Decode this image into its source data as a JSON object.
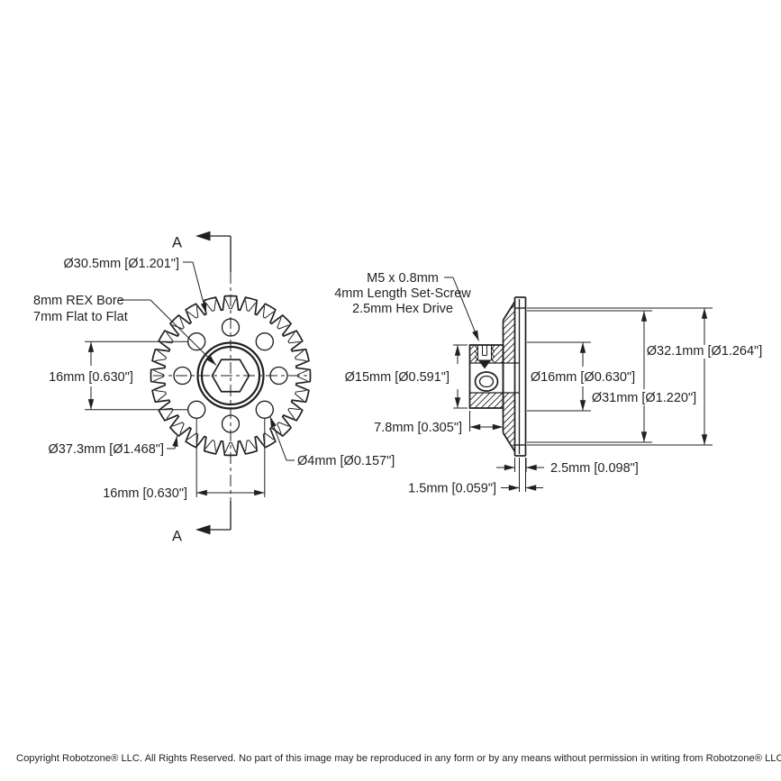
{
  "front_view": {
    "section_arrow_label_top": "A",
    "section_arrow_label_bottom": "A",
    "root_diameter_label": "Ø30.5mm [Ø1.201\"]",
    "bore_label_line1": "8mm REX Bore",
    "bore_label_line2": "7mm Flat to Flat",
    "hole_spacing_vertical_label": "16mm [0.630\"]",
    "outer_diameter_label": "Ø37.3mm [Ø1.468\"]",
    "hole_spacing_horizontal_label": "16mm [0.630\"]",
    "hole_diameter_label": "Ø4mm [Ø0.157\"]"
  },
  "section_view": {
    "set_screw_label_line1": "M5 x 0.8mm",
    "set_screw_label_line2": "4mm Length Set-Screw",
    "set_screw_label_line3": "2.5mm Hex Drive",
    "hub_diameter_label": "Ø15mm [Ø0.591\"]",
    "bore_boss_diameter_label": "Ø16mm [Ø0.630\"]",
    "outer_diameter_label": "Ø32.1mm [Ø1.264\"]",
    "inner_flange_diameter_label": "Ø31mm [Ø1.220\"]",
    "hub_length_label": "7.8mm [0.305\"]",
    "gear_width_label": "2.5mm [0.098\"]",
    "plate_thickness_label": "1.5mm [0.059\"]"
  },
  "footer": {
    "copyright": "Copyright Robotzone® LLC.  All Rights Reserved. No part of this image may be reproduced in any form or by any means without permission in writing from Robotzone® LLC."
  }
}
